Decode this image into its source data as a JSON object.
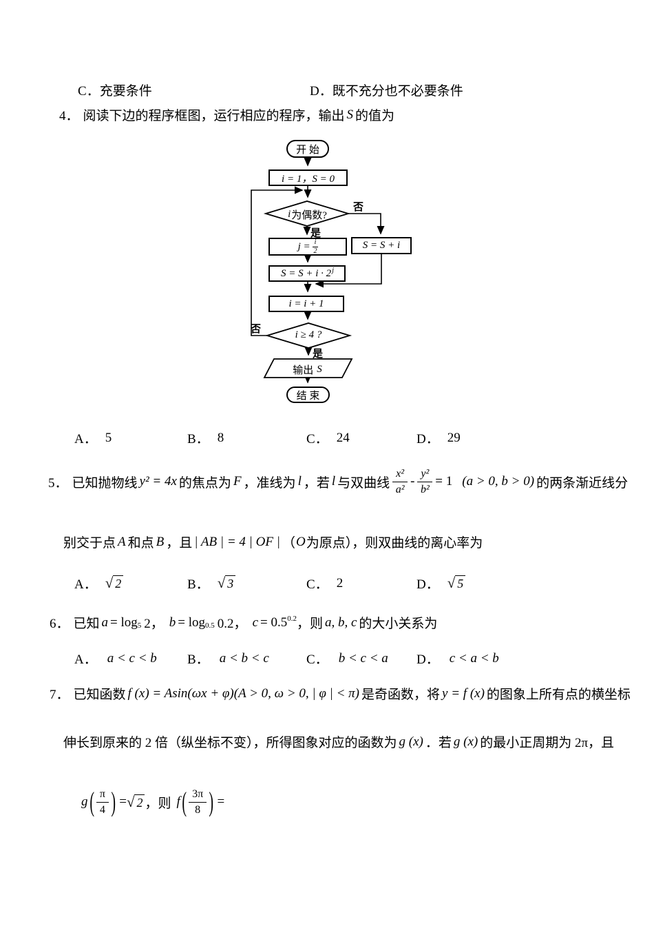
{
  "prev": {
    "c_label": "C．",
    "c_text": "充要条件",
    "d_label": "D．",
    "d_text": "既不充分也不必要条件"
  },
  "q4": {
    "number": "4．",
    "stem_pre": "阅读下边的程序框图，运行相应的程序，输出",
    "stem_var": "S",
    "stem_post": "的值为",
    "flow": {
      "start": "开 始",
      "init": "i = 1，S = 0",
      "cond1_var": "i",
      "cond1_text": "为偶数?",
      "no1": "否",
      "yes1": "是",
      "assign_j_lhs": "j =",
      "assign_j_num": "i",
      "assign_j_den": "2",
      "assign_right": "S = S + i",
      "assign_s2_base": "S = S + i · 2",
      "assign_s2_sup": "j",
      "inc": "i = i + 1",
      "cond2": "i ≥ 4 ?",
      "no2": "否",
      "yes2": "是",
      "out_pre": "输出",
      "out_var": "S",
      "end": "结 束"
    },
    "options": [
      {
        "label": "A．",
        "text": "5"
      },
      {
        "label": "B．",
        "text": "8"
      },
      {
        "label": "C．",
        "text": "24"
      },
      {
        "label": "D．",
        "text": "29"
      }
    ]
  },
  "q5": {
    "number": "5．",
    "l1": {
      "t1": "已知抛物线",
      "m1": "y² = 4x",
      "t2": "的焦点为",
      "m2": "F",
      "t3": "，准线为",
      "m3": "l",
      "t4": "，若",
      "m4": "l",
      "t5": "与双曲线",
      "f1num": "x²",
      "f1den": "a²",
      "minus": "-",
      "f2num": "y²",
      "f2den": "b²",
      "eq": "= 1",
      "t6": "(a > 0, b > 0)",
      "t7": "的两条渐近线分"
    },
    "l2": {
      "t1": "别交于点",
      "m1": "A",
      "t2": "和点",
      "m2": "B",
      "t3": "，且",
      "m3": "| AB | = 4 | OF |",
      "t4": "（",
      "m4": "O",
      "t5": "为原点），则双曲线的离心率为"
    },
    "options": [
      {
        "label": "A．",
        "sqrt": "√",
        "rad": "2"
      },
      {
        "label": "B．",
        "sqrt": "√",
        "rad": "3"
      },
      {
        "label": "C．",
        "text": "2"
      },
      {
        "label": "D．",
        "sqrt": "√",
        "rad": "5"
      }
    ]
  },
  "q6": {
    "number": "6．",
    "t1": "已知",
    "m1var": "a",
    "m1eq": " = log",
    "m1sub": "5",
    "m1b": "2，",
    "m2var": "b",
    "m2eq": " = log",
    "m2sub": "0.5",
    "m2b": "0.2，",
    "m3var": "c",
    "m3eq": " = 0.5",
    "m3sup": "0.2",
    "t2": "，则",
    "m4": "a, b, c",
    "t3": "的大小关系为",
    "options": [
      {
        "label": "A．",
        "text": "a < c < b"
      },
      {
        "label": "B．",
        "text": "a < b < c"
      },
      {
        "label": "C．",
        "text": "b < c < a"
      },
      {
        "label": "D．",
        "text": "c < a < b"
      }
    ]
  },
  "q7": {
    "number": "7．",
    "l1": {
      "t1": "已知函数",
      "m1": "f (x) = Asin(ωx + φ)(A > 0, ω > 0, | φ | < π)",
      "t2": "是奇函数，将",
      "m2": "y = f (x)",
      "t3": "的图象上所有点的横坐标"
    },
    "l2": {
      "t1": "伸长到原来的 2 倍（纵坐标不变），所得图象对应的函数为",
      "m1": "g (x)",
      "t2": "．若",
      "m2": "g (x)",
      "t3": "的最小正周期为 2π，且"
    },
    "l3": {
      "m1": "g",
      "lp": "(",
      "fnum": "π",
      "fden": "4",
      "rp": ")",
      "eq": "= ",
      "sqrt": "√",
      "rad": "2",
      "t1": "，则",
      "m2": "f",
      "fnum2": "3π",
      "fden2": "8",
      "eq2": "="
    }
  }
}
